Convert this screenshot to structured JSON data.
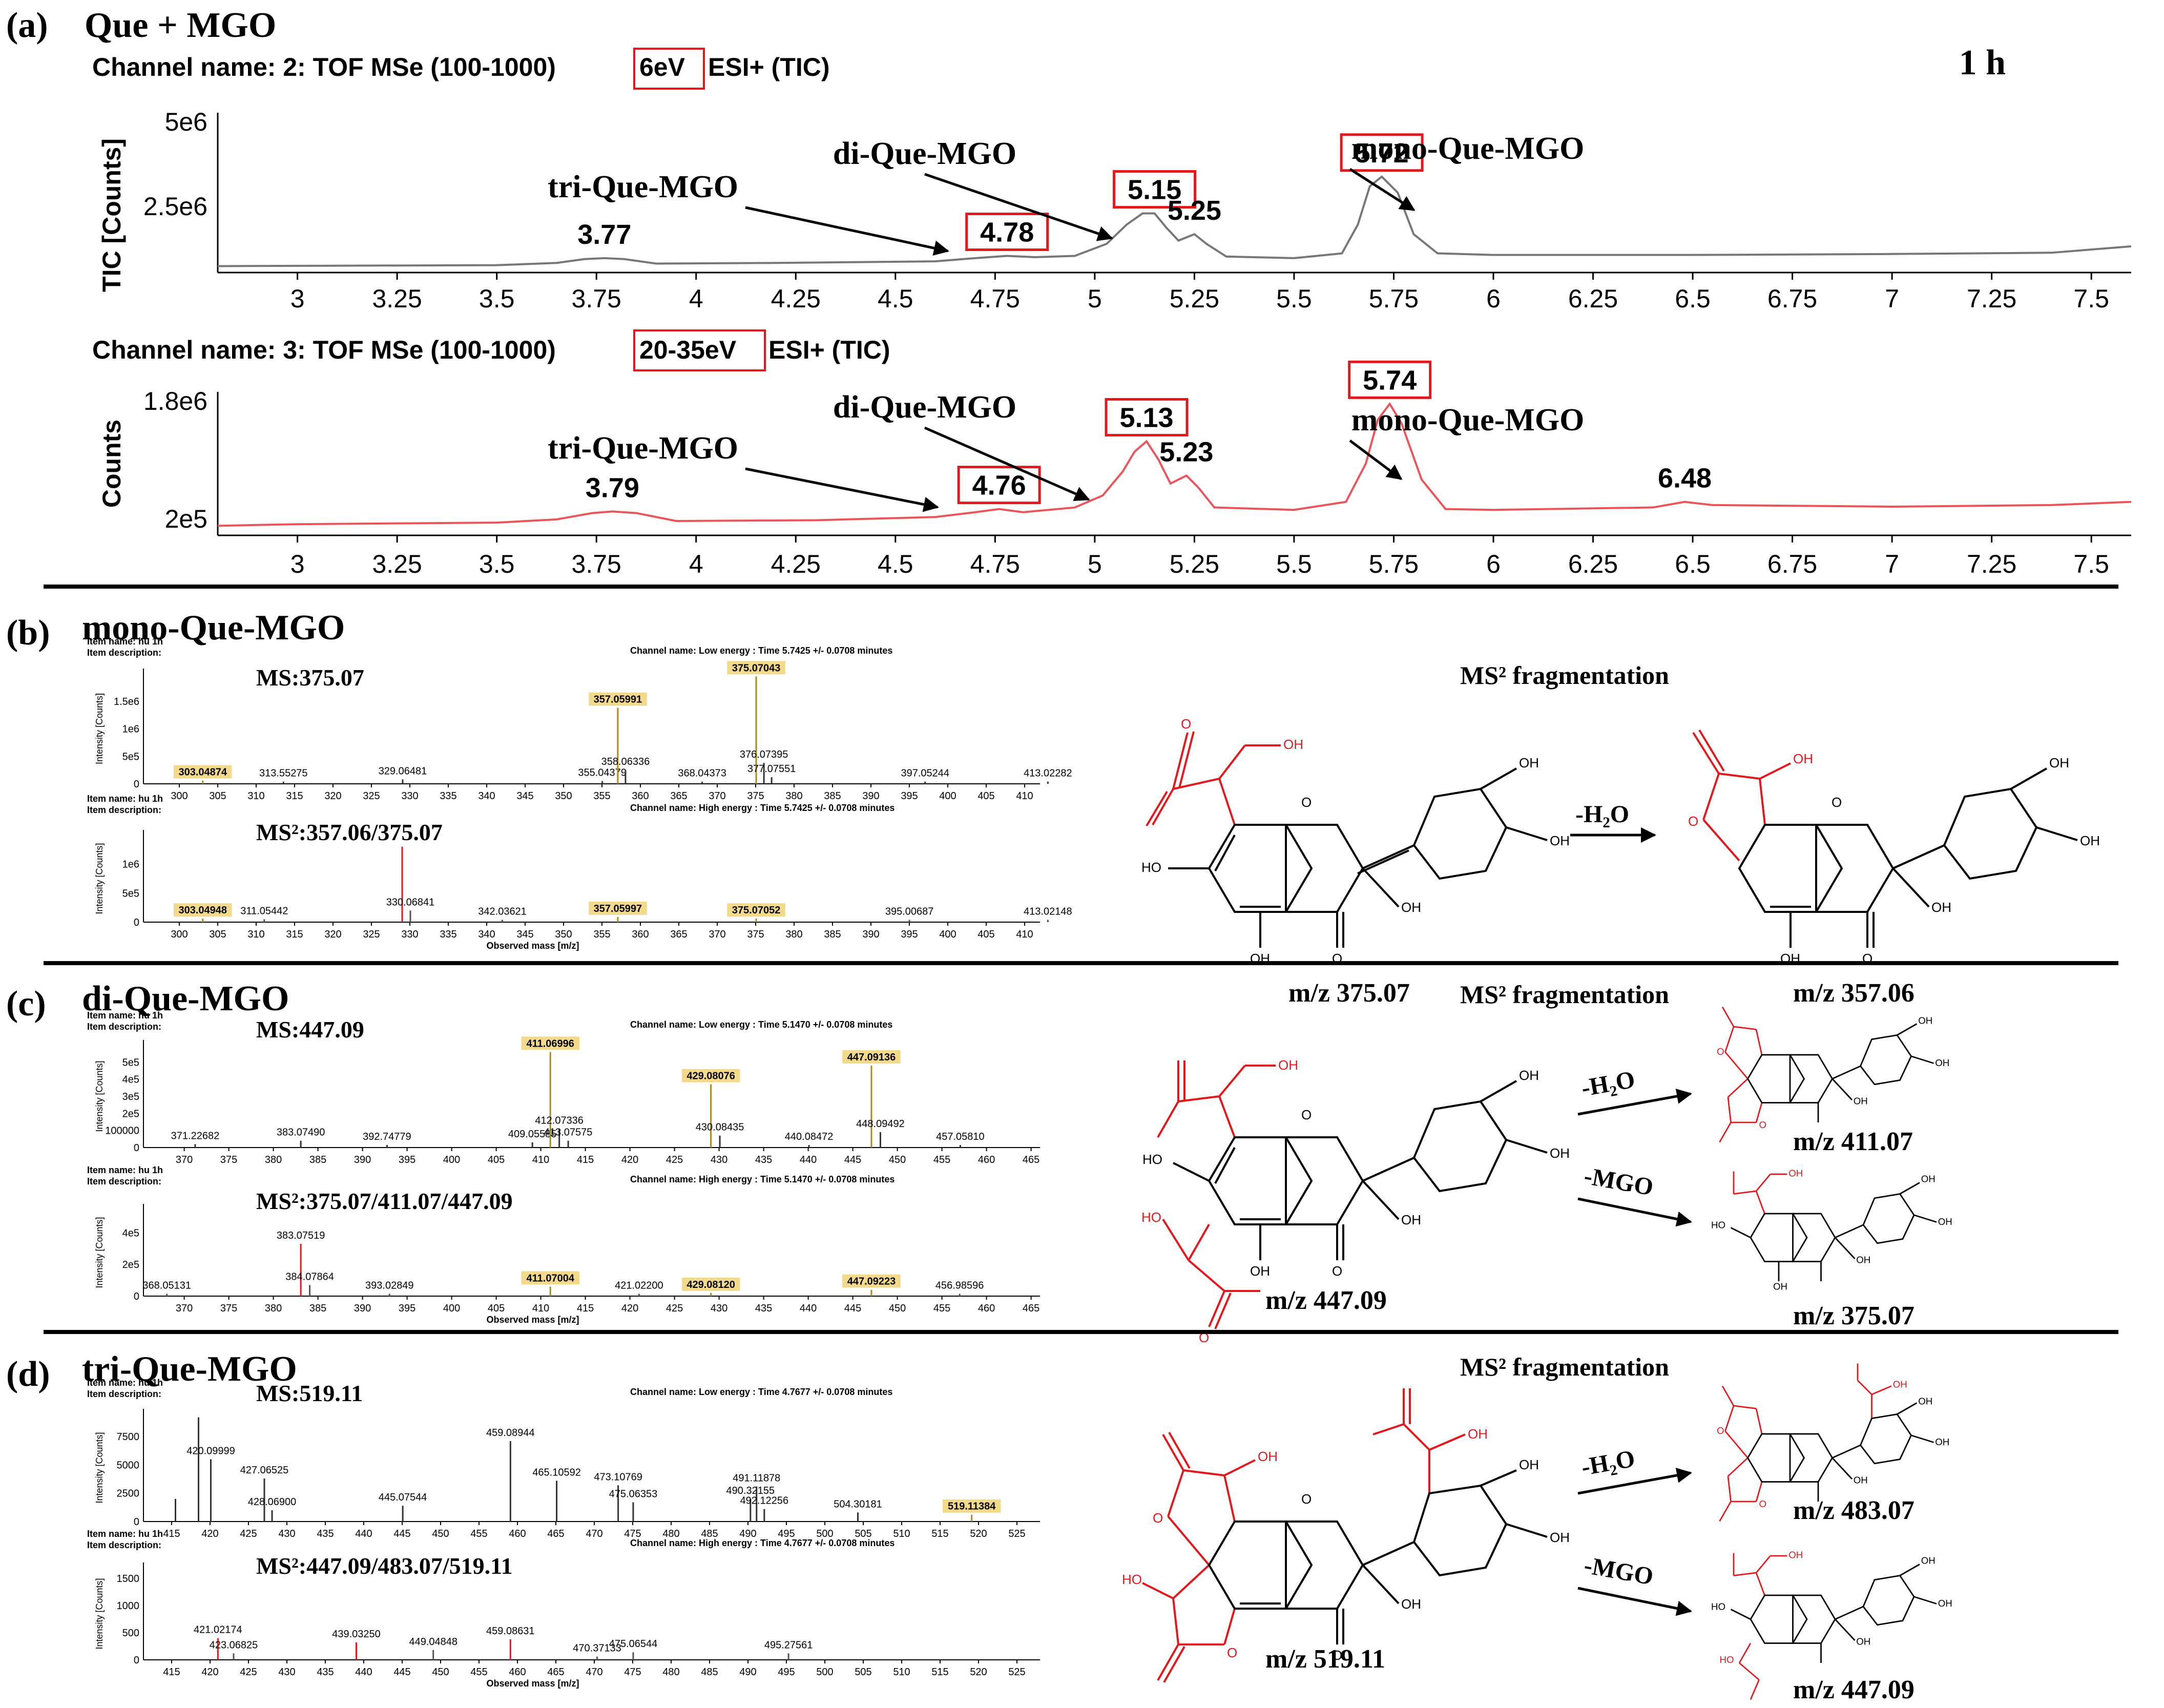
{
  "colors": {
    "tic_line": "#777777",
    "counts_line": "#e8555a",
    "box_red": "#e0191c",
    "peak_hl": "#f3d98a",
    "struct_red": "#e0191c",
    "gold_bar": "#b08b14"
  },
  "panel_a": {
    "label": "(a)",
    "title": "Que + MGO",
    "time_label": "1 h",
    "channel1": {
      "pre": "Channel name: 2: TOF MSe (100-1000)",
      "box": "6eV",
      "post": "ESI+ (TIC)"
    },
    "channel2": {
      "pre": "Channel name: 3: TOF MSe (100-1000)",
      "box": "20-35eV",
      "post": "ESI+ (TIC)"
    }
  },
  "panel_b": {
    "label": "(b)",
    "title": "mono-Que-MGO",
    "frag_title": "MS² fragmentation",
    "mz_parent": "m/z 375.07",
    "mz_product": "m/z 357.06",
    "arrow_label": "-H₂O"
  },
  "panel_c": {
    "label": "(c)",
    "title": "di-Que-MGO",
    "frag_title": "MS² fragmentation",
    "mz_parent": "m/z 447.09",
    "mz_p1": "m/z 411.07",
    "mz_p2": "m/z 375.07",
    "arrow1": "-H₂O",
    "arrow2": "-MGO"
  },
  "panel_d": {
    "label": "(d)",
    "title": "tri-Que-MGO",
    "frag_title": "MS² fragmentation",
    "mz_parent": "m/z 519.11",
    "mz_p1": "m/z 483.07",
    "mz_p2": "m/z 447.09",
    "arrow1": "-H₂O",
    "arrow2": "-MGO"
  },
  "atoms": {
    "OH": "OH",
    "HO": "HO",
    "O": "O"
  },
  "chart_data": [
    {
      "type": "line",
      "title": "Channel name: 2: TOF MSe (100-1000) 6eV ESI+ (TIC)",
      "ylabel": "TIC [Counts]",
      "xlim": [
        2.8,
        7.6
      ],
      "ylim": [
        0,
        5000000
      ],
      "xticks": [
        "3",
        "3.25",
        "3.5",
        "3.75",
        "4",
        "4.25",
        "4.5",
        "4.75",
        "5",
        "5.25",
        "5.5",
        "5.75",
        "6",
        "6.25",
        "6.5",
        "6.75",
        "7",
        "7.25",
        "7.5"
      ],
      "yticks": [
        "5e6",
        "2.5e6"
      ],
      "x": [
        2.8,
        3.0,
        3.5,
        3.65,
        3.72,
        3.77,
        3.82,
        3.9,
        4.2,
        4.6,
        4.7,
        4.78,
        4.85,
        4.95,
        5.03,
        5.08,
        5.12,
        5.15,
        5.18,
        5.21,
        5.25,
        5.28,
        5.33,
        5.5,
        5.62,
        5.66,
        5.69,
        5.72,
        5.76,
        5.8,
        5.86,
        6.0,
        6.5,
        7.0,
        7.4,
        7.6
      ],
      "y": [
        200000,
        210000,
        230000,
        300000,
        420000,
        450000,
        420000,
        280000,
        300000,
        350000,
        450000,
        520000,
        480000,
        520000,
        900000,
        1500000,
        1850000,
        1850000,
        1400000,
        1000000,
        1200000,
        900000,
        500000,
        450000,
        600000,
        1500000,
        2700000,
        3000000,
        2500000,
        1200000,
        600000,
        550000,
        550000,
        580000,
        620000,
        820000
      ],
      "peaks": [
        {
          "x": 3.77,
          "label": "3.77",
          "boxed": false
        },
        {
          "x": 4.78,
          "label": "4.78",
          "boxed": true,
          "annotation": "tri-Que-MGO"
        },
        {
          "x": 5.15,
          "label": "5.15",
          "boxed": true,
          "annotation": "di-Que-MGO"
        },
        {
          "x": 5.25,
          "label": "5.25",
          "boxed": false
        },
        {
          "x": 5.72,
          "label": "5.72",
          "boxed": true,
          "annotation": "mono-Que-MGO"
        }
      ]
    },
    {
      "type": "line",
      "title": "Channel name: 3: TOF MSe (100-1000) 20-35eV ESI+ (TIC)",
      "ylabel": "Counts",
      "xlim": [
        2.8,
        7.6
      ],
      "ylim": [
        0,
        1800000
      ],
      "xticks": [
        "3",
        "3.25",
        "3.5",
        "3.75",
        "4",
        "4.25",
        "4.5",
        "4.75",
        "5",
        "5.25",
        "5.5",
        "5.75",
        "6",
        "6.25",
        "6.5",
        "6.75",
        "7",
        "7.25",
        "7.5"
      ],
      "yticks": [
        "1.8e6",
        "2e5"
      ],
      "x": [
        2.8,
        3.0,
        3.5,
        3.65,
        3.74,
        3.79,
        3.85,
        3.95,
        4.3,
        4.6,
        4.7,
        4.76,
        4.82,
        4.95,
        5.02,
        5.07,
        5.1,
        5.13,
        5.16,
        5.19,
        5.23,
        5.26,
        5.3,
        5.5,
        5.63,
        5.68,
        5.71,
        5.74,
        5.77,
        5.82,
        5.88,
        6.0,
        6.4,
        6.48,
        6.55,
        7.0,
        7.4,
        7.6
      ],
      "y": [
        120000,
        140000,
        160000,
        200000,
        280000,
        300000,
        280000,
        180000,
        190000,
        230000,
        290000,
        330000,
        290000,
        350000,
        500000,
        800000,
        1050000,
        1180000,
        950000,
        650000,
        750000,
        600000,
        350000,
        320000,
        420000,
        900000,
        1450000,
        1650000,
        1400000,
        700000,
        330000,
        320000,
        350000,
        420000,
        380000,
        360000,
        380000,
        420000
      ],
      "peaks": [
        {
          "x": 3.79,
          "label": "3.79",
          "boxed": false
        },
        {
          "x": 4.76,
          "label": "4.76",
          "boxed": true,
          "annotation": "tri-Que-MGO"
        },
        {
          "x": 5.13,
          "label": "5.13",
          "boxed": true,
          "annotation": "di-Que-MGO"
        },
        {
          "x": 5.23,
          "label": "5.23",
          "boxed": false
        },
        {
          "x": 5.74,
          "label": "5.74",
          "boxed": true,
          "annotation": "mono-Que-MGO"
        },
        {
          "x": 6.48,
          "label": "6.48",
          "boxed": false
        }
      ]
    },
    {
      "type": "bar",
      "title": "MS:375.07",
      "item_name": "Item name: hu 1h",
      "item_desc": "Item description:",
      "channel": "Channel name: Low energy : Time 5.7425 +/- 0.0708 minutes",
      "ylabel": "Intensity [Counts]",
      "xlabel": "",
      "xlim": [
        296,
        412
      ],
      "ylim": [
        0,
        2000000
      ],
      "xticks": [
        "300",
        "305",
        "310",
        "315",
        "320",
        "325",
        "330",
        "335",
        "340",
        "345",
        "350",
        "355",
        "360",
        "365",
        "370",
        "375",
        "380",
        "385",
        "390",
        "395",
        "400",
        "405",
        "410"
      ],
      "yticks": [
        "1.5e6",
        "1e6",
        "5e5",
        "0"
      ],
      "peaks": [
        {
          "mz": 303.04874,
          "label": "303.04874",
          "intensity": 60000,
          "hl": true
        },
        {
          "mz": 313.55275,
          "label": "313.55275",
          "intensity": 40000
        },
        {
          "mz": 329.06481,
          "label": "329.06481",
          "intensity": 80000
        },
        {
          "mz": 355.04379,
          "label": "355.04379",
          "intensity": 50000
        },
        {
          "mz": 357.05991,
          "label": "357.05991",
          "intensity": 1380000,
          "hl": true
        },
        {
          "mz": 358.06336,
          "label": "358.06336",
          "intensity": 250000
        },
        {
          "mz": 368.04373,
          "label": "368.04373",
          "intensity": 40000
        },
        {
          "mz": 375.07043,
          "label": "375.07043",
          "intensity": 1950000,
          "hl": true
        },
        {
          "mz": 376.07395,
          "label": "376.07395",
          "intensity": 380000
        },
        {
          "mz": 377.07551,
          "label": "377.07551",
          "intensity": 120000
        },
        {
          "mz": 397.05244,
          "label": "397.05244",
          "intensity": 40000
        },
        {
          "mz": 413.02282,
          "label": "413.02282",
          "intensity": 40000
        }
      ]
    },
    {
      "type": "bar",
      "title": "MS²:357.06/375.07",
      "item_name": "Item name: hu 1h",
      "item_desc": "Item description:",
      "channel": "Channel name: High energy : Time 5.7425 +/- 0.0708 minutes",
      "ylabel": "Intensity [Counts]",
      "xlabel": "Observed mass [m/z]",
      "xlim": [
        296,
        412
      ],
      "ylim": [
        0,
        1500000
      ],
      "xticks": [
        "300",
        "305",
        "310",
        "315",
        "320",
        "325",
        "330",
        "335",
        "340",
        "345",
        "350",
        "355",
        "360",
        "365",
        "370",
        "375",
        "380",
        "385",
        "390",
        "395",
        "400",
        "405",
        "410"
      ],
      "yticks": [
        "1e6",
        "5e5",
        "0"
      ],
      "peaks": [
        {
          "mz": 303.04948,
          "label": "303.04948",
          "intensity": 60000,
          "hl": true
        },
        {
          "mz": 311.05442,
          "label": "311.05442",
          "intensity": 50000
        },
        {
          "mz": 329.0,
          "label": "",
          "intensity": 1300000
        },
        {
          "mz": 330.06841,
          "label": "330.06841",
          "intensity": 200000
        },
        {
          "mz": 342.03621,
          "label": "342.03621",
          "intensity": 40000
        },
        {
          "mz": 357.05997,
          "label": "357.05997",
          "intensity": 90000,
          "hl": true
        },
        {
          "mz": 375.07052,
          "label": "375.07052",
          "intensity": 60000,
          "hl": true
        },
        {
          "mz": 395.00687,
          "label": "395.00687",
          "intensity": 40000
        },
        {
          "mz": 413.02148,
          "label": "413.02148",
          "intensity": 40000
        }
      ]
    },
    {
      "type": "bar",
      "title": "MS:447.09",
      "item_name": "Item name: hu 1h",
      "item_desc": "Item description:",
      "channel": "Channel name: Low energy : Time 5.1470 +/- 0.0708 minutes",
      "ylabel": "Intensity [Counts]",
      "xlabel": "",
      "xlim": [
        366,
        466
      ],
      "ylim": [
        0,
        600000
      ],
      "xticks": [
        "370",
        "375",
        "380",
        "385",
        "390",
        "395",
        "400",
        "405",
        "410",
        "415",
        "420",
        "425",
        "430",
        "435",
        "440",
        "445",
        "450",
        "455",
        "460",
        "465"
      ],
      "yticks": [
        "5e5",
        "4e5",
        "3e5",
        "2e5",
        "100000",
        "0"
      ],
      "peaks": [
        {
          "mz": 371.22682,
          "label": "371.22682",
          "intensity": 20000
        },
        {
          "mz": 383.0749,
          "label": "383.07490",
          "intensity": 40000
        },
        {
          "mz": 392.74779,
          "label": "392.74779",
          "intensity": 15000
        },
        {
          "mz": 409.05585,
          "label": "409.05585",
          "intensity": 30000
        },
        {
          "mz": 411.06996,
          "label": "411.06996",
          "intensity": 560000,
          "hl": true
        },
        {
          "mz": 412.07336,
          "label": "412.07336",
          "intensity": 110000
        },
        {
          "mz": 413.07575,
          "label": "413.07575",
          "intensity": 40000
        },
        {
          "mz": 429.08076,
          "label": "429.08076",
          "intensity": 370000,
          "hl": true
        },
        {
          "mz": 430.08435,
          "label": "430.08435",
          "intensity": 70000
        },
        {
          "mz": 440.08472,
          "label": "440.08472",
          "intensity": 15000
        },
        {
          "mz": 447.09136,
          "label": "447.09136",
          "intensity": 480000,
          "hl": true
        },
        {
          "mz": 448.09492,
          "label": "448.09492",
          "intensity": 90000
        },
        {
          "mz": 457.0581,
          "label": "457.05810",
          "intensity": 15000
        }
      ]
    },
    {
      "type": "bar",
      "title": "MS²:375.07/411.07/447.09",
      "item_name": "Item name: hu 1h",
      "item_desc": "Item description:",
      "channel": "Channel name: High energy : Time 5.1470 +/- 0.0708 minutes",
      "ylabel": "Intensity [Counts]",
      "xlabel": "Observed mass [m/z]",
      "xlim": [
        366,
        466
      ],
      "ylim": [
        0,
        550000
      ],
      "xticks": [
        "370",
        "375",
        "380",
        "385",
        "390",
        "395",
        "400",
        "405",
        "410",
        "415",
        "420",
        "425",
        "430",
        "435",
        "440",
        "445",
        "450",
        "455",
        "460",
        "465"
      ],
      "yticks": [
        "4e5",
        "2e5",
        "0"
      ],
      "peaks": [
        {
          "mz": 368.05131,
          "label": "368.05131",
          "intensity": 15000
        },
        {
          "mz": 383.07519,
          "label": "383.07519",
          "intensity": 330000
        },
        {
          "mz": 384.07864,
          "label": "384.07864",
          "intensity": 70000
        },
        {
          "mz": 393.02849,
          "label": "393.02849",
          "intensity": 15000
        },
        {
          "mz": 411.07004,
          "label": "411.07004",
          "intensity": 60000,
          "hl": true
        },
        {
          "mz": 421.022,
          "label": "421.02200",
          "intensity": 15000
        },
        {
          "mz": 429.0812,
          "label": "429.08120",
          "intensity": 20000,
          "hl": true
        },
        {
          "mz": 447.09223,
          "label": "447.09223",
          "intensity": 40000,
          "hl": true
        },
        {
          "mz": 456.98596,
          "label": "456.98596",
          "intensity": 15000
        }
      ]
    },
    {
      "type": "bar",
      "title": "MS:519.11",
      "item_name": "Item name: hu 1h",
      "item_desc": "Item description:",
      "channel": "Channel name: Low energy : Time 4.7677 +/- 0.0708 minutes",
      "ylabel": "Intensity [Counts]",
      "xlabel": "",
      "xlim": [
        412,
        528
      ],
      "ylim": [
        0,
        9500
      ],
      "xticks": [
        "415",
        "420",
        "425",
        "430",
        "435",
        "440",
        "445",
        "450",
        "455",
        "460",
        "465",
        "470",
        "475",
        "480",
        "485",
        "490",
        "495",
        "500",
        "505",
        "510",
        "515",
        "520",
        "525"
      ],
      "yticks": [
        "7500",
        "5000",
        "2500",
        "0"
      ],
      "peaks": [
        {
          "mz": 415.5,
          "label": "",
          "intensity": 2000
        },
        {
          "mz": 418.5,
          "label": "",
          "intensity": 9200
        },
        {
          "mz": 420.09999,
          "label": "420.09999",
          "intensity": 5500
        },
        {
          "mz": 427.06525,
          "label": "427.06525",
          "intensity": 3800
        },
        {
          "mz": 428.069,
          "label": "428.06900",
          "intensity": 1000
        },
        {
          "mz": 445.07544,
          "label": "445.07544",
          "intensity": 1400
        },
        {
          "mz": 459.08944,
          "label": "459.08944",
          "intensity": 7100
        },
        {
          "mz": 465.10592,
          "label": "465.10592",
          "intensity": 3600
        },
        {
          "mz": 473.10769,
          "label": "473.10769",
          "intensity": 3200
        },
        {
          "mz": 475.06353,
          "label": "475.06353",
          "intensity": 1700
        },
        {
          "mz": 490.32155,
          "label": "490.32155",
          "intensity": 2000
        },
        {
          "mz": 491.11878,
          "label": "491.11878",
          "intensity": 3100
        },
        {
          "mz": 492.12256,
          "label": "492.12256",
          "intensity": 1100
        },
        {
          "mz": 504.30181,
          "label": "504.30181",
          "intensity": 800
        },
        {
          "mz": 519.11384,
          "label": "519.11384",
          "intensity": 600,
          "hl": true
        }
      ]
    },
    {
      "type": "bar",
      "title": "MS²:447.09/483.07/519.11",
      "item_name": "Item name: hu 1h",
      "item_desc": "Item description:",
      "channel": "Channel name: High energy : Time 4.7677 +/- 0.0708 minutes",
      "ylabel": "Intensity [Counts]",
      "xlabel": "Observed mass [m/z]",
      "xlim": [
        412,
        528
      ],
      "ylim": [
        0,
        1700
      ],
      "xticks": [
        "415",
        "420",
        "425",
        "430",
        "435",
        "440",
        "445",
        "450",
        "455",
        "460",
        "465",
        "470",
        "475",
        "480",
        "485",
        "490",
        "495",
        "500",
        "505",
        "510",
        "515",
        "520",
        "525"
      ],
      "yticks": [
        "1500",
        "1000",
        "500",
        "0"
      ],
      "peaks": [
        {
          "mz": 421.02174,
          "label": "421.02174",
          "intensity": 400
        },
        {
          "mz": 423.06825,
          "label": "423.06825",
          "intensity": 120
        },
        {
          "mz": 439.0325,
          "label": "439.03250",
          "intensity": 320
        },
        {
          "mz": 449.04848,
          "label": "449.04848",
          "intensity": 180
        },
        {
          "mz": 459.08631,
          "label": "459.08631",
          "intensity": 380
        },
        {
          "mz": 470.37133,
          "label": "470.37133",
          "intensity": 60
        },
        {
          "mz": 475.06544,
          "label": "475.06544",
          "intensity": 140
        },
        {
          "mz": 495.27561,
          "label": "495.27561",
          "intensity": 120
        }
      ]
    }
  ]
}
